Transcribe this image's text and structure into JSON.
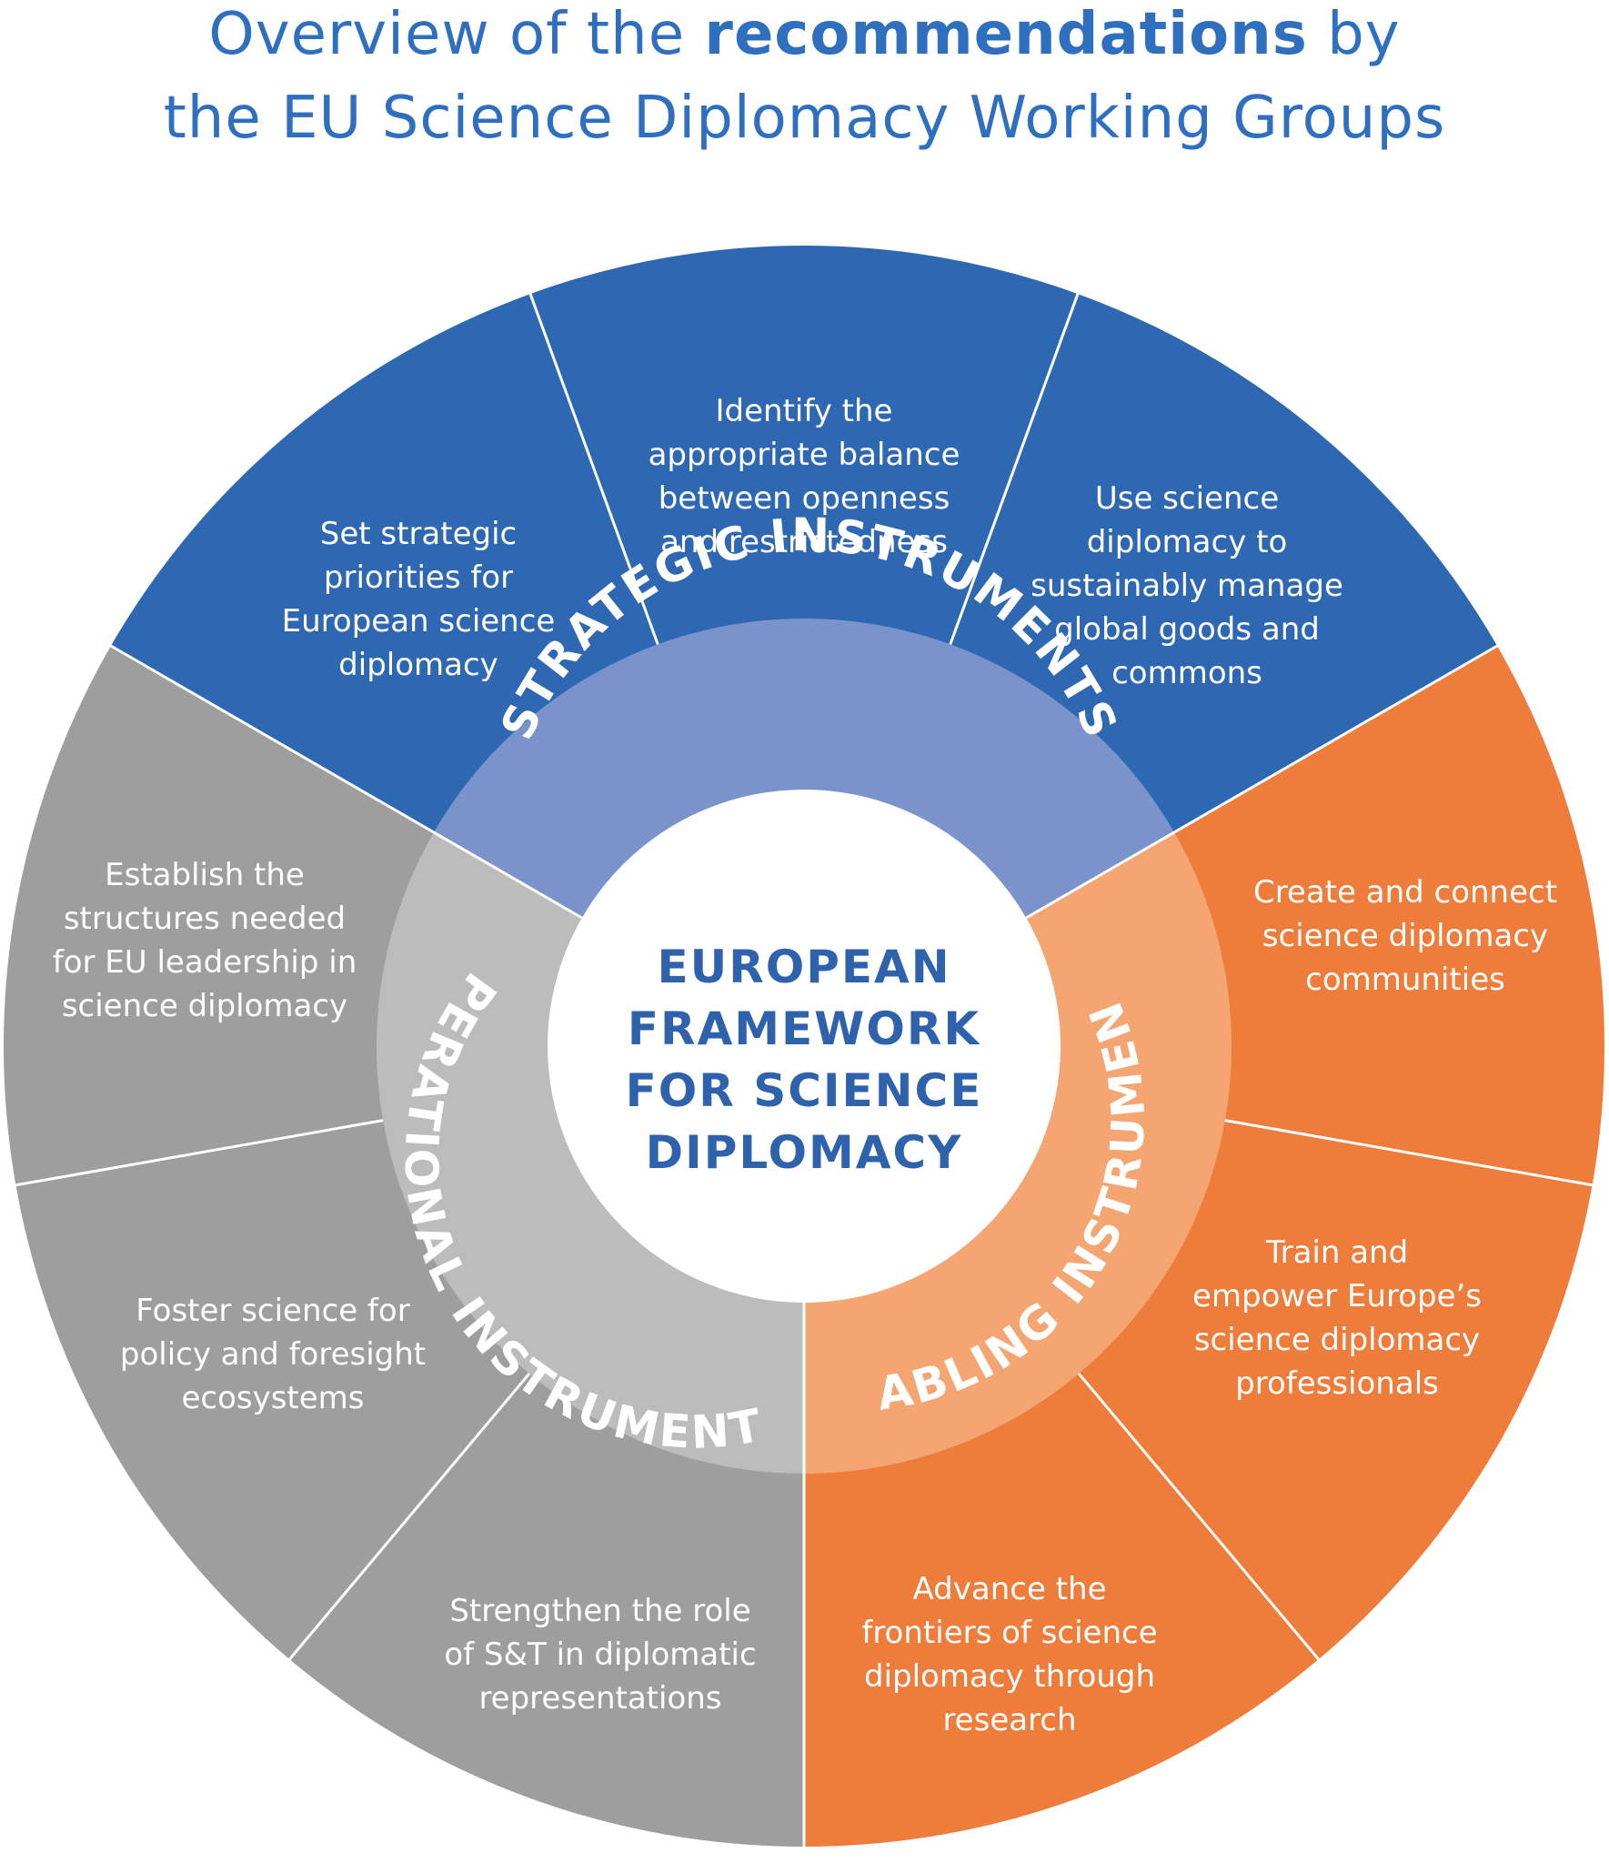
{
  "title": {
    "line1_prefix": "Overview of the ",
    "line1_bold": "recommendations",
    "line1_suffix": " by",
    "line2": "the EU Science Diplomacy Working Groups"
  },
  "center": {
    "lines": [
      "EUROPEAN",
      "FRAMEWORK",
      "FOR SCIENCE",
      "DIPLOMACY"
    ],
    "color": "#2f62ad"
  },
  "groups": [
    {
      "id": "strategic",
      "ring_label": "STRATEGIC INSTRUMENTS",
      "outer_color": "#2f68b2",
      "ring_color": "#7a94cb",
      "segments": [
        {
          "lines": [
            "Set strategic",
            "priorities for",
            "European science",
            "diplomacy"
          ]
        },
        {
          "lines": [
            "Identify the",
            "appropriate balance",
            "between openness",
            "and restrictedness"
          ]
        },
        {
          "lines": [
            "Use science",
            "diplomacy to",
            "sustainably manage",
            "global goods and",
            "commons"
          ]
        }
      ]
    },
    {
      "id": "enabling",
      "ring_label": "ENABLING INSTRUMENTS",
      "outer_color": "#ee7c3a",
      "ring_color": "#f4a572",
      "segments": [
        {
          "lines": [
            "Create and connect",
            "science diplomacy",
            "communities"
          ]
        },
        {
          "lines": [
            "Train and",
            "empower Europe’s",
            "science diplomacy",
            "professionals"
          ]
        },
        {
          "lines": [
            "Advance the",
            "frontiers of science",
            "diplomacy through",
            "research"
          ]
        }
      ]
    },
    {
      "id": "operational",
      "ring_label": "OPERATIONAL INSTRUMENTS",
      "outer_color": "#9e9e9e",
      "ring_color": "#bcbcbc",
      "segments": [
        {
          "lines": [
            "Strengthen the role",
            "of S&T in diplomatic",
            "representations"
          ]
        },
        {
          "lines": [
            "Foster science for",
            "policy and foresight",
            "ecosystems"
          ]
        },
        {
          "lines": [
            "Establish the",
            "structures needed",
            "for EU leadership in",
            "science diplomacy"
          ]
        }
      ]
    }
  ]
}
